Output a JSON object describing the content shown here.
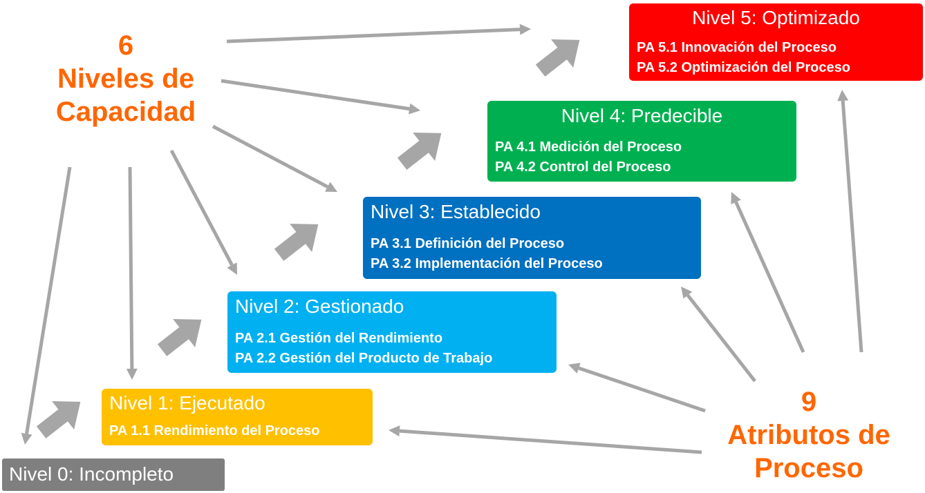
{
  "colors": {
    "accent_orange": "#ff6600",
    "arrow_gray": "#a6a6a6",
    "level0": "#7f7f7f",
    "level1": "#ffc000",
    "level2": "#00b0f0",
    "level3": "#0070c0",
    "level4": "#00b050",
    "level5": "#ff0000"
  },
  "capability_label": {
    "number": "6",
    "line1": "Niveles de",
    "line2": "Capacidad"
  },
  "attributes_label": {
    "number": "9",
    "line1": "Atributos de",
    "line2": "Proceso"
  },
  "levels": [
    {
      "title": "Nivel 0: Incompleto",
      "attributes": []
    },
    {
      "title": "Nivel 1: Ejecutado",
      "attributes": [
        "PA 1.1 Rendimiento del Proceso"
      ]
    },
    {
      "title": "Nivel 2: Gestionado",
      "attributes": [
        "PA 2.1 Gestión del Rendimiento",
        "PA 2.2 Gestión del Producto de Trabajo"
      ]
    },
    {
      "title": "Nivel 3: Establecido",
      "attributes": [
        "PA 3.1 Definición del Proceso",
        "PA 3.2 Implementación del Proceso"
      ]
    },
    {
      "title": "Nivel 4: Predecible",
      "attributes": [
        "PA 4.1 Medición del Proceso",
        "PA 4.2 Control del Proceso"
      ]
    },
    {
      "title": "Nivel 5: Optimizado",
      "attributes": [
        "PA 5.1 Innovación del Proceso",
        "PA 5.2 Optimización del Proceso"
      ]
    }
  ]
}
